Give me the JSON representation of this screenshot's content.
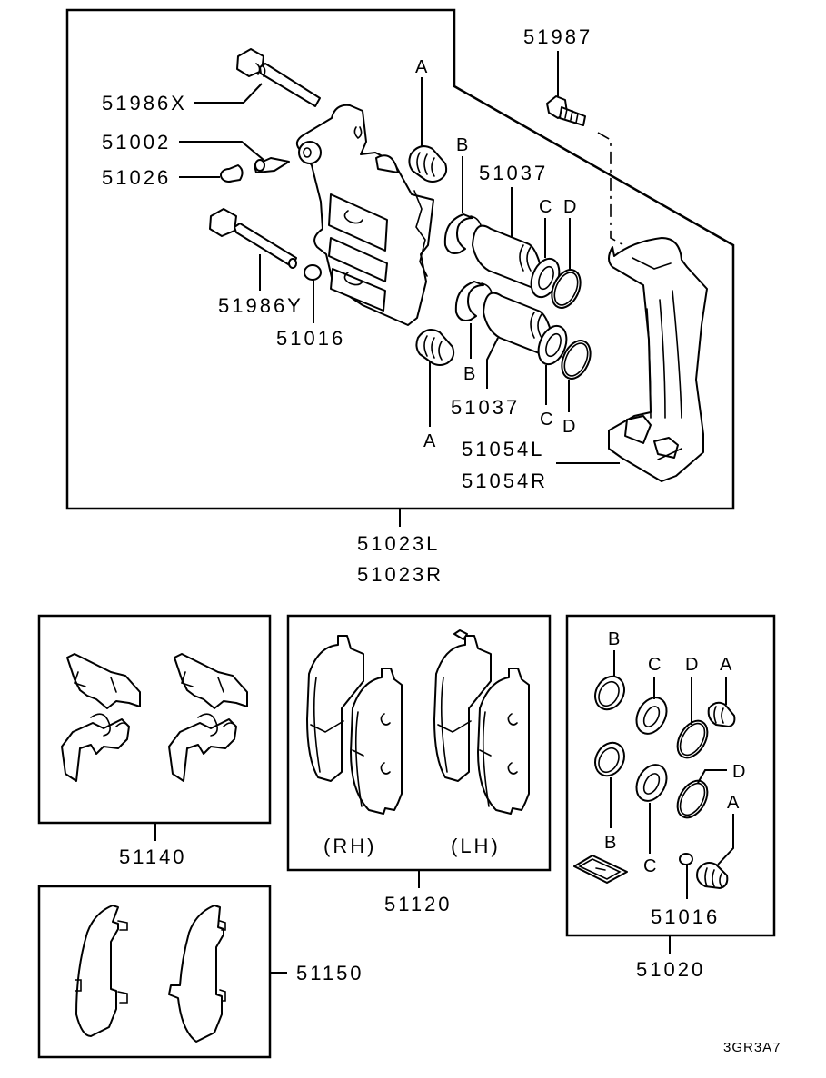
{
  "diagram": {
    "title": "Front Brake Caliper Assembly Parts Diagram",
    "reference_code": "3GR3A7",
    "caliper_assembly": {
      "part_numbers": [
        "51023L",
        "51023R"
      ],
      "callouts": {
        "guide_pin_upper": "51986X",
        "bleeder_screw": "51002",
        "bleeder_cap": "51026",
        "guide_pin_lower": "51986Y",
        "bushing": "51016",
        "mounting_bolt": "51987",
        "piston_upper": "51037",
        "piston_lower": "51037",
        "support_left": "51054L",
        "support_right": "51054R",
        "boot_upper_letter": "A",
        "boot_lower_letter": "A",
        "piston_boot_upper_letter": "B",
        "piston_boot_lower_letter": "B",
        "seal_upper_letter": "C",
        "seal_lower_letter": "C",
        "ring_upper_letter": "D",
        "ring_lower_letter": "D"
      }
    },
    "clip_kit": {
      "part_number": "51140"
    },
    "pad_set": {
      "part_number": "51120",
      "side_right": "(RH)",
      "side_left": "(LH)"
    },
    "shim_kit": {
      "part_number": "51150"
    },
    "seal_kit": {
      "part_number": "51020",
      "bushing_label": "51016",
      "letters": {
        "b1": "B",
        "c1": "C",
        "d1": "D",
        "a1": "A",
        "b2": "B",
        "c2": "C",
        "d2": "D",
        "a2": "A"
      }
    }
  }
}
